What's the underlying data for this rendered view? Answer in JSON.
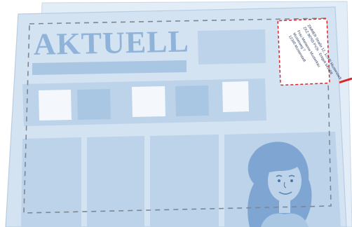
{
  "newspaper": {
    "headline": "AKTUELL",
    "address_label": {
      "sender_line": "ZIMMER Straße 12, 12345 Musterstadt",
      "postage_line": "ZKZ 98765 PVSt · Entgelt bezahlt",
      "recipient_name": "Frau Marianne Musterfrau",
      "recipient_street": "Musterweg 7",
      "recipient_city": "12345 Musterstadt"
    }
  },
  "colors": {
    "page_light": "#d3e3f2",
    "page_mid": "#bcd3ea",
    "block_dark": "#a9c6e3",
    "headline": "#8fb3d9",
    "dashed_frame": "#7d8793",
    "label_border": "#d9262b",
    "person": "#7fa6d2"
  }
}
